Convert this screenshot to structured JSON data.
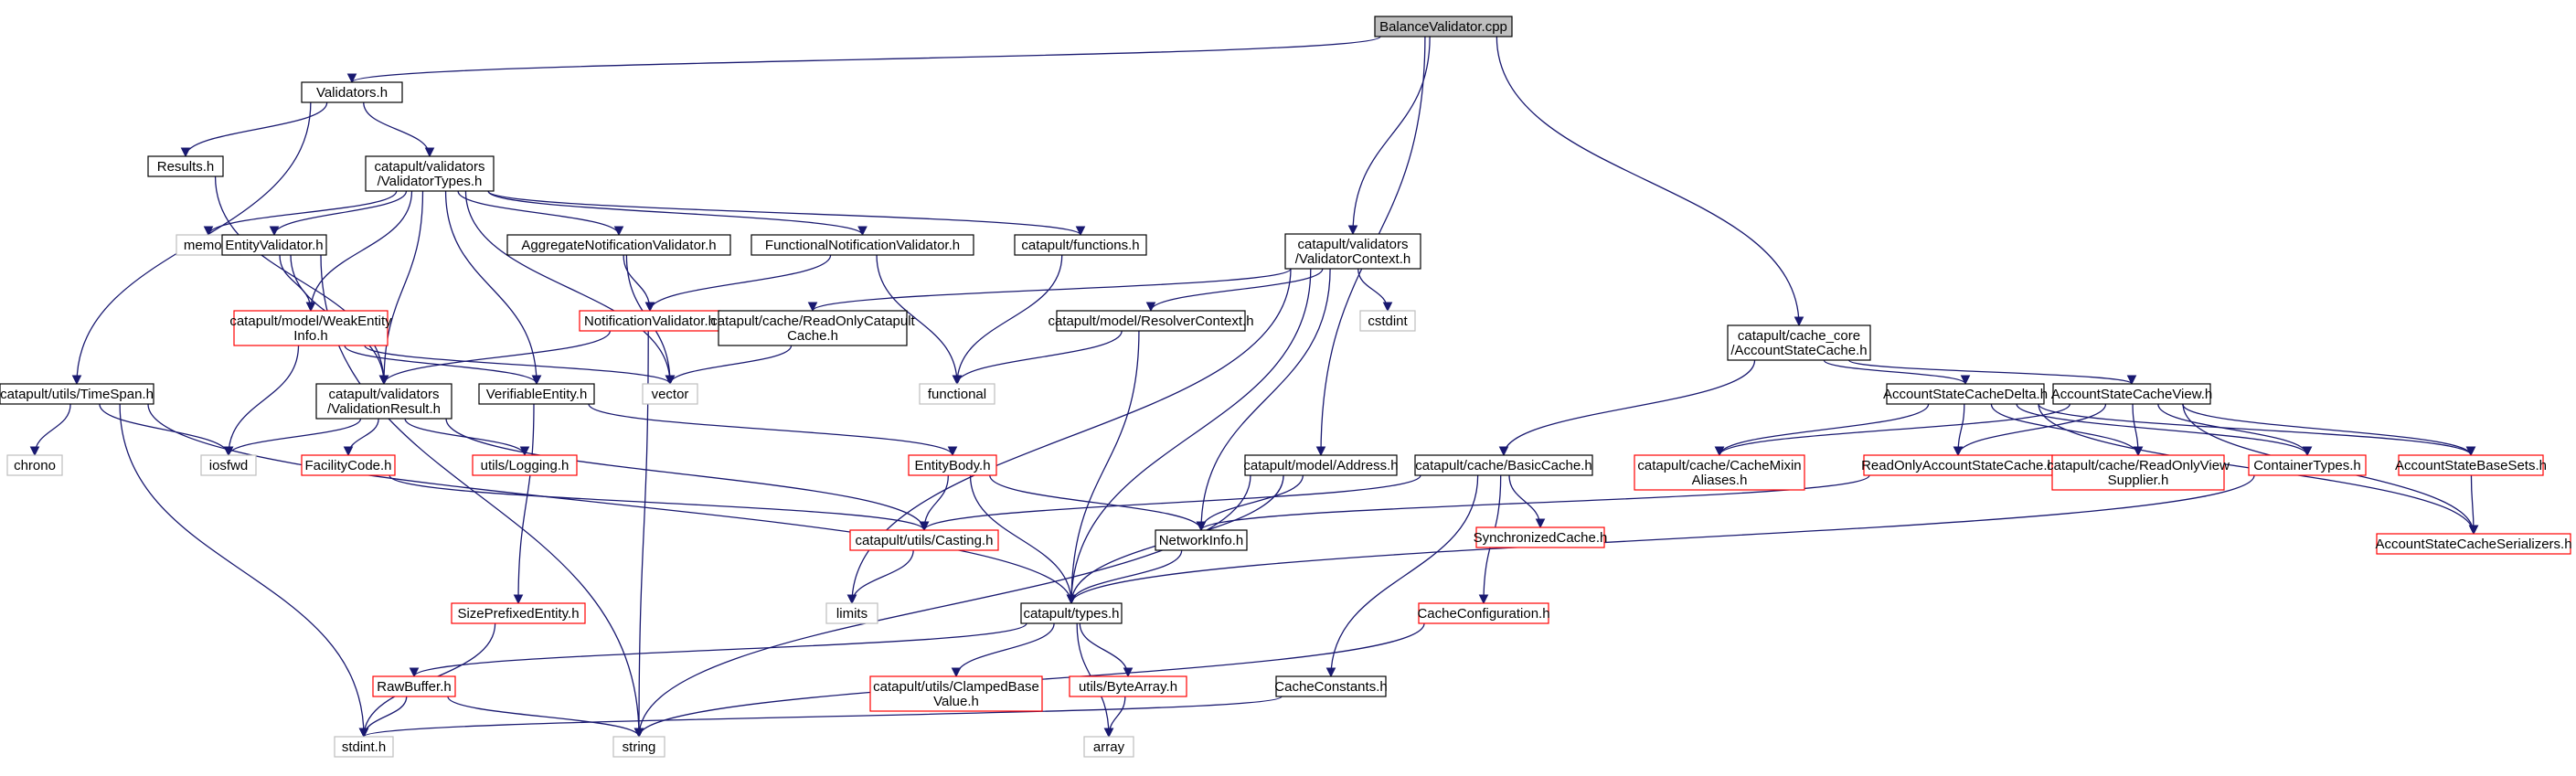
{
  "colors": {
    "edge": "#191970",
    "normal_border": "#000000",
    "missing_border": "#bfbfbf",
    "truncated_border": "#ff0000",
    "root_fill": "#bfbfbf",
    "fill": "#ffffff"
  },
  "diagram": {
    "nodes": [
      {
        "id": "root",
        "lines": [
          "BalanceValidator.cpp"
        ],
        "kind": "root"
      },
      {
        "id": "validators_h",
        "lines": [
          "Validators.h"
        ],
        "kind": "normal"
      },
      {
        "id": "results_h",
        "lines": [
          "Results.h"
        ],
        "kind": "normal"
      },
      {
        "id": "validatortypes",
        "lines": [
          "catapult/validators",
          "/ValidatorTypes.h"
        ],
        "kind": "normal"
      },
      {
        "id": "memory",
        "lines": [
          "memory"
        ],
        "kind": "missing"
      },
      {
        "id": "entityvalidator",
        "lines": [
          "EntityValidator.h"
        ],
        "kind": "normal"
      },
      {
        "id": "aggregatenv",
        "lines": [
          "AggregateNotificationValidator.h"
        ],
        "kind": "normal"
      },
      {
        "id": "functionalnv",
        "lines": [
          "FunctionalNotificationValidator.h"
        ],
        "kind": "normal"
      },
      {
        "id": "functions_h",
        "lines": [
          "catapult/functions.h"
        ],
        "kind": "normal"
      },
      {
        "id": "validatorcontext",
        "lines": [
          "catapult/validators",
          "/ValidatorContext.h"
        ],
        "kind": "normal"
      },
      {
        "id": "cache_core",
        "lines": [
          "catapult/cache_core",
          "/AccountStateCache.h"
        ],
        "kind": "normal"
      },
      {
        "id": "weakentity",
        "lines": [
          "catapult/model/WeakEntity",
          "Info.h"
        ],
        "kind": "truncated"
      },
      {
        "id": "notificationvalidator",
        "lines": [
          "NotificationValidator.h"
        ],
        "kind": "truncated"
      },
      {
        "id": "readonlycatapult",
        "lines": [
          "catapult/cache/ReadOnlyCatapult",
          "Cache.h"
        ],
        "kind": "normal"
      },
      {
        "id": "resolvercontext",
        "lines": [
          "catapult/model/ResolverContext.h"
        ],
        "kind": "normal"
      },
      {
        "id": "cstdint",
        "lines": [
          "cstdint"
        ],
        "kind": "missing"
      },
      {
        "id": "timespan",
        "lines": [
          "catapult/utils/TimeSpan.h"
        ],
        "kind": "normal"
      },
      {
        "id": "validationresult",
        "lines": [
          "catapult/validators",
          "/ValidationResult.h"
        ],
        "kind": "normal"
      },
      {
        "id": "verifiableentity",
        "lines": [
          "VerifiableEntity.h"
        ],
        "kind": "normal"
      },
      {
        "id": "vector",
        "lines": [
          "vector"
        ],
        "kind": "missing"
      },
      {
        "id": "functional",
        "lines": [
          "functional"
        ],
        "kind": "missing"
      },
      {
        "id": "accountstatecachedelta",
        "lines": [
          "AccountStateCacheDelta.h"
        ],
        "kind": "normal"
      },
      {
        "id": "accountstatecacheview",
        "lines": [
          "AccountStateCacheView.h"
        ],
        "kind": "normal"
      },
      {
        "id": "chrono",
        "lines": [
          "chrono"
        ],
        "kind": "missing"
      },
      {
        "id": "iosfwd",
        "lines": [
          "iosfwd"
        ],
        "kind": "missing"
      },
      {
        "id": "facilitycode",
        "lines": [
          "FacilityCode.h"
        ],
        "kind": "truncated"
      },
      {
        "id": "logging",
        "lines": [
          "utils/Logging.h"
        ],
        "kind": "truncated"
      },
      {
        "id": "entitybody",
        "lines": [
          "EntityBody.h"
        ],
        "kind": "truncated"
      },
      {
        "id": "address",
        "lines": [
          "catapult/model/Address.h"
        ],
        "kind": "normal"
      },
      {
        "id": "basiccache",
        "lines": [
          "catapult/cache/BasicCache.h"
        ],
        "kind": "normal"
      },
      {
        "id": "cachemixin",
        "lines": [
          "catapult/cache/CacheMixin",
          "Aliases.h"
        ],
        "kind": "truncated"
      },
      {
        "id": "readonlyaccountstatecache",
        "lines": [
          "ReadOnlyAccountStateCache.h"
        ],
        "kind": "truncated"
      },
      {
        "id": "readonlyviewsupplier",
        "lines": [
          "catapult/cache/ReadOnlyView",
          "Supplier.h"
        ],
        "kind": "truncated"
      },
      {
        "id": "containertypes",
        "lines": [
          "ContainerTypes.h"
        ],
        "kind": "truncated"
      },
      {
        "id": "accountstatebasesets",
        "lines": [
          "AccountStateBaseSets.h"
        ],
        "kind": "truncated"
      },
      {
        "id": "synchronizedcache",
        "lines": [
          "SynchronizedCache.h"
        ],
        "kind": "truncated"
      },
      {
        "id": "casting",
        "lines": [
          "catapult/utils/Casting.h"
        ],
        "kind": "truncated"
      },
      {
        "id": "networkinfo",
        "lines": [
          "NetworkInfo.h"
        ],
        "kind": "normal"
      },
      {
        "id": "accountstatecacheserializers",
        "lines": [
          "AccountStateCacheSerializers.h"
        ],
        "kind": "truncated"
      },
      {
        "id": "limits",
        "lines": [
          "limits"
        ],
        "kind": "missing"
      },
      {
        "id": "types",
        "lines": [
          "catapult/types.h"
        ],
        "kind": "normal"
      },
      {
        "id": "sizeprefixedentity",
        "lines": [
          "SizePrefixedEntity.h"
        ],
        "kind": "truncated"
      },
      {
        "id": "cacheconfiguration",
        "lines": [
          "CacheConfiguration.h"
        ],
        "kind": "truncated"
      },
      {
        "id": "rawbuffer",
        "lines": [
          "RawBuffer.h"
        ],
        "kind": "truncated"
      },
      {
        "id": "clampedbase",
        "lines": [
          "catapult/utils/ClampedBase",
          "Value.h"
        ],
        "kind": "truncated"
      },
      {
        "id": "bytearray",
        "lines": [
          "utils/ByteArray.h"
        ],
        "kind": "truncated"
      },
      {
        "id": "cacheconstants",
        "lines": [
          "CacheConstants.h"
        ],
        "kind": "normal"
      },
      {
        "id": "stdint",
        "lines": [
          "stdint.h"
        ],
        "kind": "missing"
      },
      {
        "id": "string",
        "lines": [
          "string"
        ],
        "kind": "missing"
      },
      {
        "id": "array",
        "lines": [
          "array"
        ],
        "kind": "missing"
      }
    ],
    "edges": [
      [
        "root",
        "validators_h"
      ],
      [
        "root",
        "validatorcontext"
      ],
      [
        "root",
        "address"
      ],
      [
        "root",
        "cache_core"
      ],
      [
        "validators_h",
        "results_h"
      ],
      [
        "validators_h",
        "validatortypes"
      ],
      [
        "validators_h",
        "timespan"
      ],
      [
        "results_h",
        "validationresult"
      ],
      [
        "validatortypes",
        "memory"
      ],
      [
        "validatortypes",
        "entityvalidator"
      ],
      [
        "validatortypes",
        "weakentity"
      ],
      [
        "validatortypes",
        "validationresult"
      ],
      [
        "validatortypes",
        "verifiableentity"
      ],
      [
        "validatortypes",
        "vector"
      ],
      [
        "validatortypes",
        "aggregatenv"
      ],
      [
        "validatortypes",
        "functionalnv"
      ],
      [
        "validatortypes",
        "functions_h"
      ],
      [
        "entityvalidator",
        "weakentity"
      ],
      [
        "entityvalidator",
        "validationresult"
      ],
      [
        "entityvalidator",
        "string"
      ],
      [
        "aggregatenv",
        "notificationvalidator"
      ],
      [
        "aggregatenv",
        "vector"
      ],
      [
        "functionalnv",
        "notificationvalidator"
      ],
      [
        "functionalnv",
        "functional"
      ],
      [
        "functions_h",
        "functional"
      ],
      [
        "weakentity",
        "iosfwd"
      ],
      [
        "weakentity",
        "verifiableentity"
      ],
      [
        "weakentity",
        "vector"
      ],
      [
        "notificationvalidator",
        "validationresult"
      ],
      [
        "notificationvalidator",
        "string"
      ],
      [
        "validatorcontext",
        "readonlycatapult"
      ],
      [
        "validatorcontext",
        "resolvercontext"
      ],
      [
        "validatorcontext",
        "cstdint"
      ],
      [
        "validatorcontext",
        "networkinfo"
      ],
      [
        "validatorcontext",
        "types"
      ],
      [
        "validatorcontext",
        "limits"
      ],
      [
        "readonlycatapult",
        "vector"
      ],
      [
        "resolvercontext",
        "functional"
      ],
      [
        "resolvercontext",
        "types"
      ],
      [
        "timespan",
        "chrono"
      ],
      [
        "timespan",
        "iosfwd"
      ],
      [
        "timespan",
        "stdint"
      ],
      [
        "timespan",
        "types"
      ],
      [
        "validationresult",
        "iosfwd"
      ],
      [
        "validationresult",
        "facilitycode"
      ],
      [
        "validationresult",
        "logging"
      ],
      [
        "validationresult",
        "casting"
      ],
      [
        "facilitycode",
        "casting"
      ],
      [
        "verifiableentity",
        "entitybody"
      ],
      [
        "verifiableentity",
        "sizeprefixedentity"
      ],
      [
        "entitybody",
        "casting"
      ],
      [
        "entitybody",
        "networkinfo"
      ],
      [
        "entitybody",
        "types"
      ],
      [
        "casting",
        "limits"
      ],
      [
        "networkinfo",
        "types"
      ],
      [
        "sizeprefixedentity",
        "stdint"
      ],
      [
        "address",
        "networkinfo"
      ],
      [
        "address",
        "types"
      ],
      [
        "address",
        "string"
      ],
      [
        "cache_core",
        "basiccache"
      ],
      [
        "cache_core",
        "accountstatecachedelta"
      ],
      [
        "cache_core",
        "accountstatecacheview"
      ],
      [
        "basiccache",
        "casting"
      ],
      [
        "basiccache",
        "synchronizedcache"
      ],
      [
        "basiccache",
        "cacheconfiguration"
      ],
      [
        "basiccache",
        "cacheconstants"
      ],
      [
        "cacheconfiguration",
        "string"
      ],
      [
        "cacheconstants",
        "stdint"
      ],
      [
        "accountstatecachedelta",
        "cachemixin"
      ],
      [
        "accountstatecachedelta",
        "readonlyaccountstatecache"
      ],
      [
        "accountstatecachedelta",
        "readonlyviewsupplier"
      ],
      [
        "accountstatecachedelta",
        "containertypes"
      ],
      [
        "accountstatecachedelta",
        "accountstatebasesets"
      ],
      [
        "accountstatecachedelta",
        "accountstatecacheserializers"
      ],
      [
        "accountstatecacheview",
        "cachemixin"
      ],
      [
        "accountstatecacheview",
        "readonlyaccountstatecache"
      ],
      [
        "accountstatecacheview",
        "readonlyviewsupplier"
      ],
      [
        "accountstatecacheview",
        "containertypes"
      ],
      [
        "accountstatecacheview",
        "accountstatebasesets"
      ],
      [
        "accountstatecacheview",
        "accountstatecacheserializers"
      ],
      [
        "readonlyaccountstatecache",
        "networkinfo"
      ],
      [
        "containertypes",
        "types"
      ],
      [
        "accountstatebasesets",
        "accountstatecacheserializers"
      ],
      [
        "types",
        "rawbuffer"
      ],
      [
        "types",
        "clampedbase"
      ],
      [
        "types",
        "bytearray"
      ],
      [
        "types",
        "array"
      ],
      [
        "rawbuffer",
        "stdint"
      ],
      [
        "rawbuffer",
        "string"
      ],
      [
        "bytearray",
        "array"
      ]
    ]
  }
}
